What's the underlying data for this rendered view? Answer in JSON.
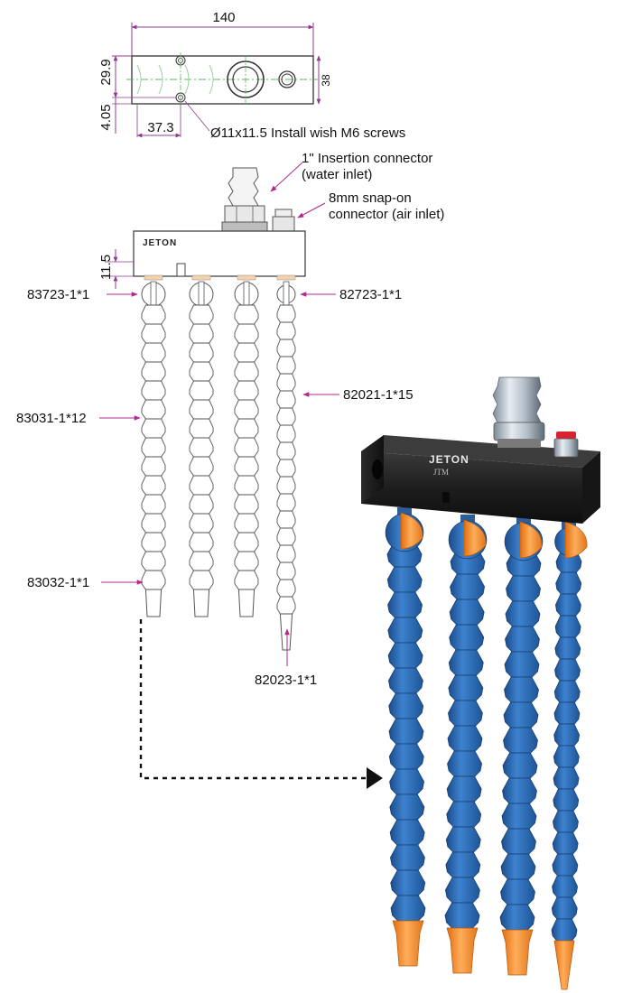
{
  "top_view": {
    "width_label": "140",
    "height_label": "38",
    "hole_offset_label": "29.9",
    "edge_offset_label": "4.05",
    "hole_x_label": "37.3",
    "hole_note": "Ø11x11.5 Install wish M6 screws"
  },
  "side_view": {
    "brand": "JETON",
    "height_label": "11.5"
  },
  "callouts": {
    "water_inlet_line1": "1\" Insertion connector",
    "water_inlet_line2": "(water inlet)",
    "air_inlet_line1": "8mm snap-on",
    "air_inlet_line2": "connector (air inlet)",
    "valve_left": "83723-1*1",
    "valve_right": "82723-1*1",
    "hose_left": "83031-1*12",
    "hose_right": "82021-1*15",
    "nozzle_left": "83032-1*1",
    "nozzle_right": "82023-1*1"
  },
  "photo": {
    "brand": "JETON",
    "sub_brand": "JTM"
  },
  "colors": {
    "callout_line": "#b02a8e",
    "dimension_line": "#8e3d8e",
    "hose_blue": "#2f6db3",
    "valve_orange": "#f08a24",
    "block_dark": "#222222"
  }
}
